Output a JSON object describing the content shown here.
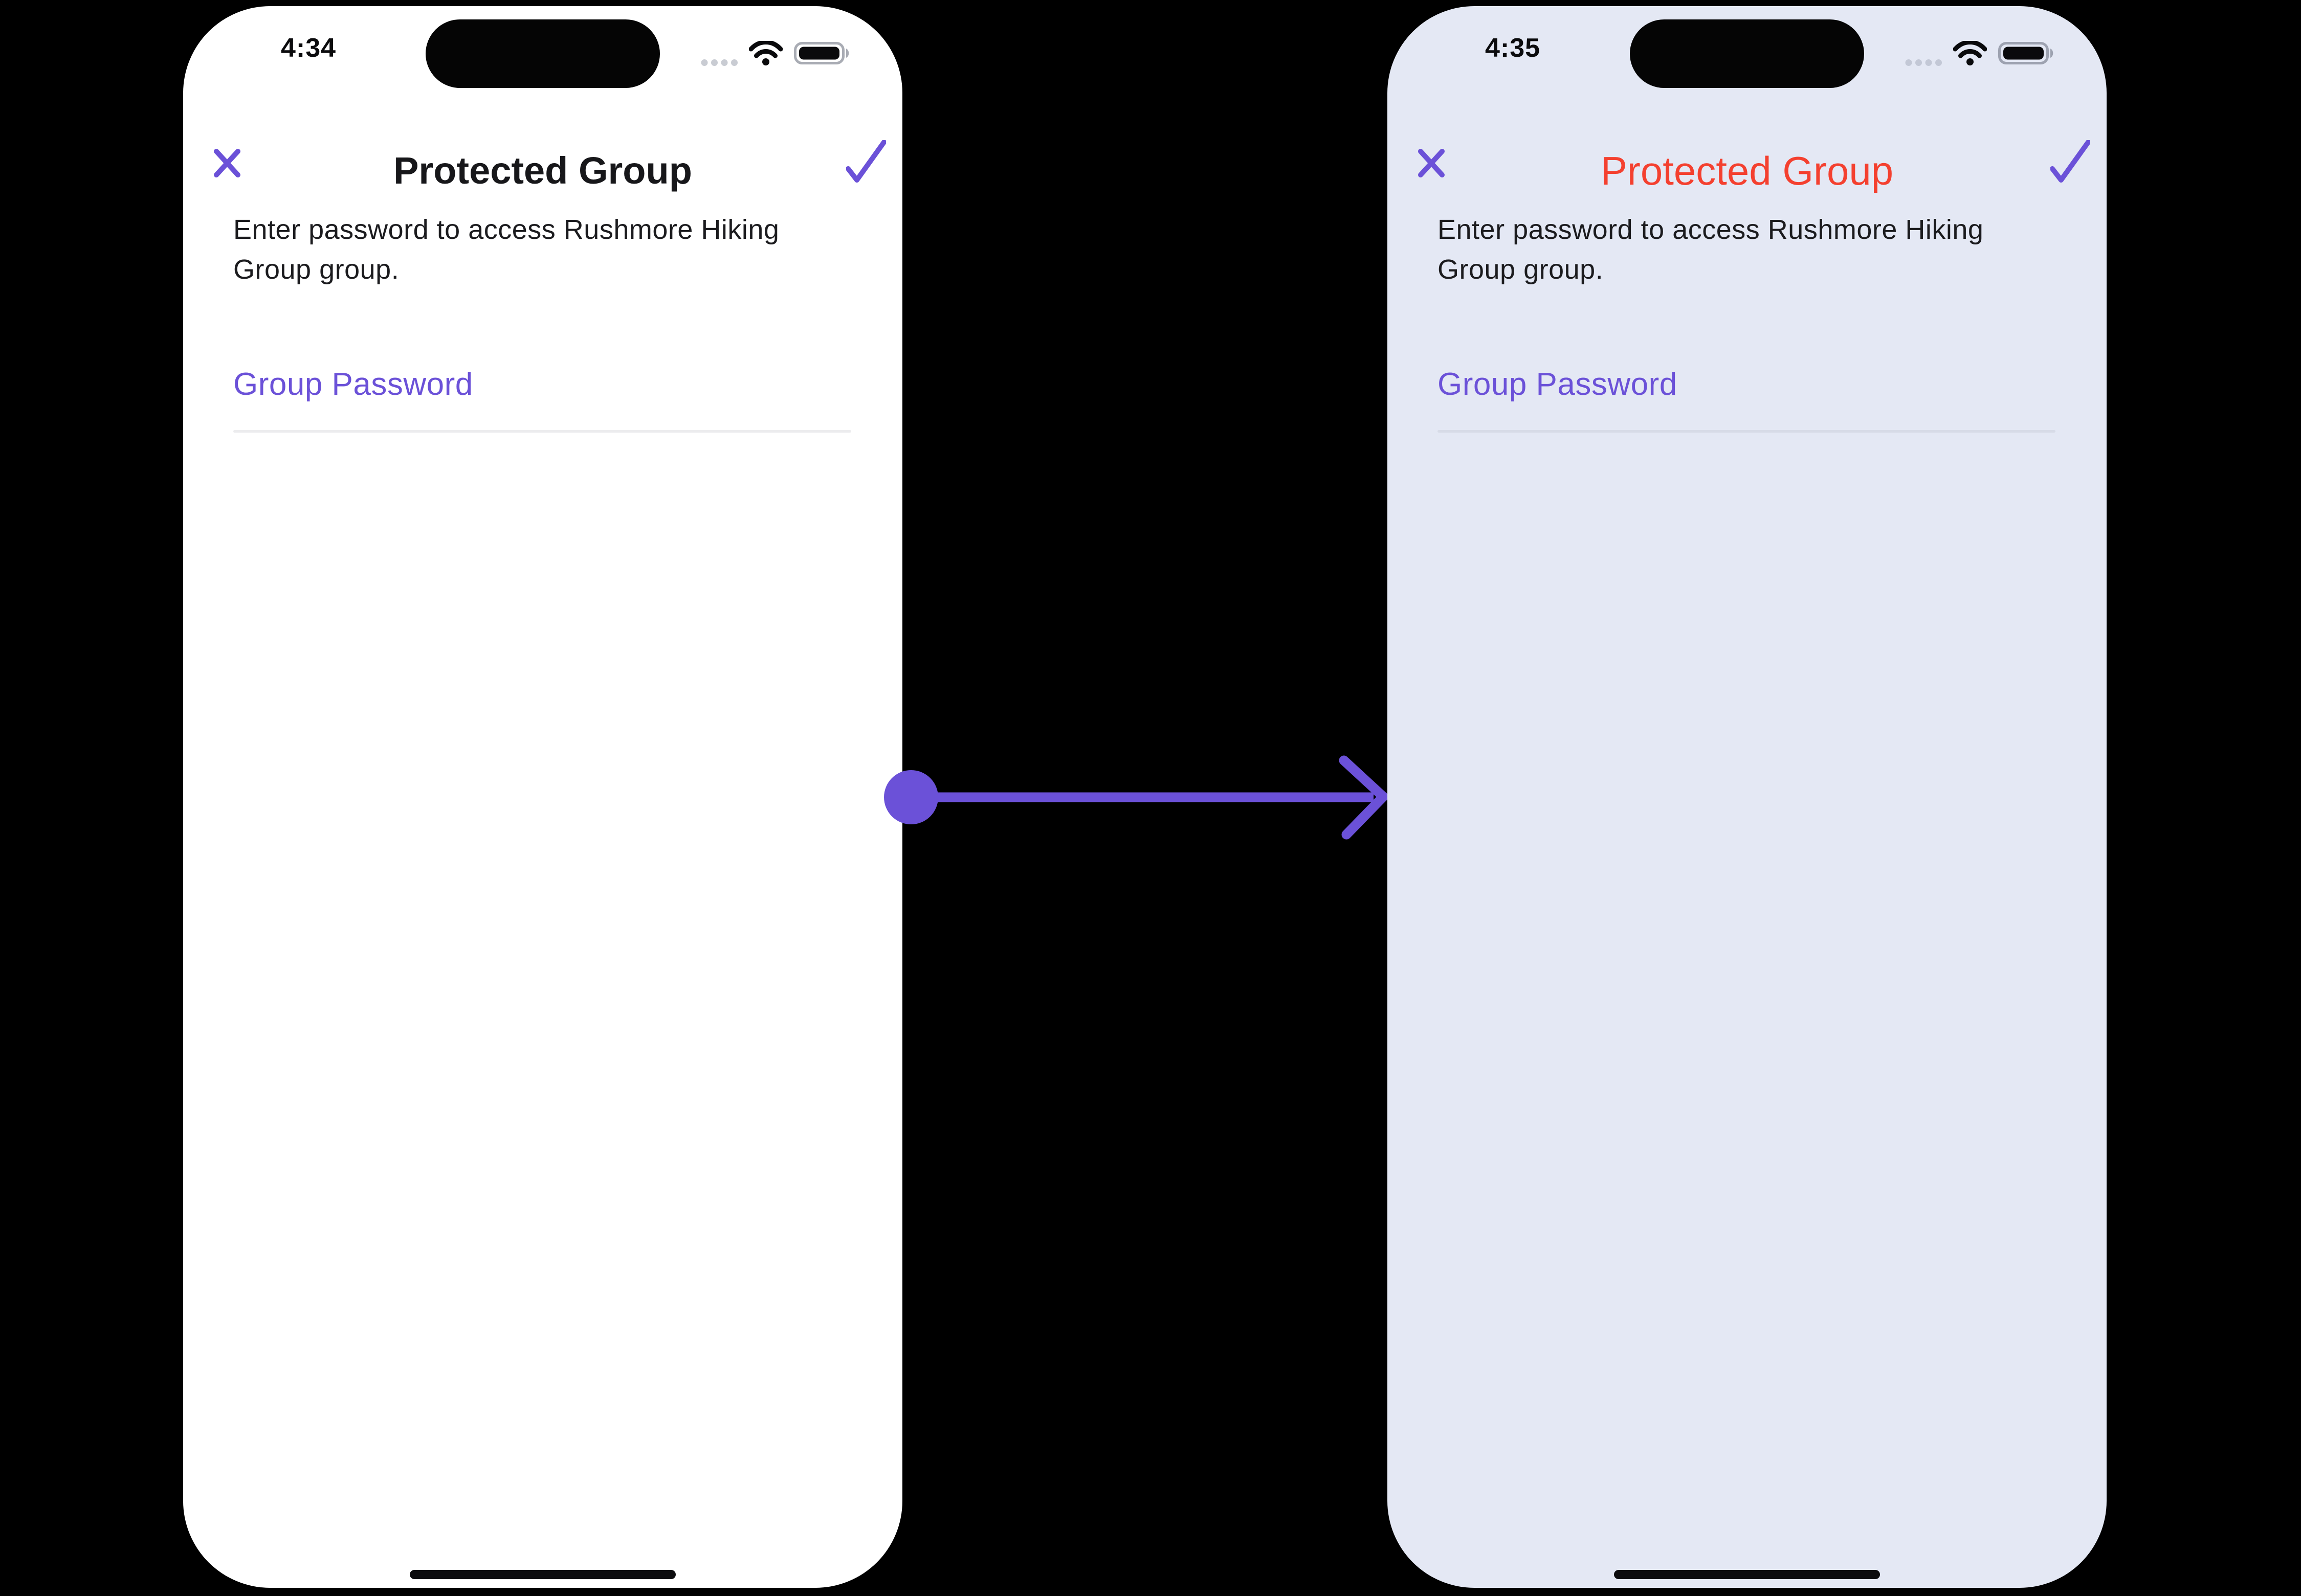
{
  "scene": {
    "background": "#000000",
    "icons": {
      "nav_left": "close-x-icon",
      "nav_right": "checkmark-icon",
      "status_bar": [
        "cellular-signal-dots-icon",
        "wifi-icon",
        "battery-icon"
      ],
      "between_phones": "arrow-right"
    }
  },
  "arrow": {
    "color": "#6B51D8",
    "direction": "left-to-right"
  },
  "left_phone": {
    "background": "#FFFFFF",
    "accent": "#6B51D8",
    "status_bar": {
      "time": "4:34"
    },
    "nav": {
      "title": "Protected Group",
      "title_color": "#17171A"
    },
    "description": "Enter password to access Rushmore Hiking Group group.",
    "password_field": {
      "label": "Group Password",
      "value": "",
      "underline_color": "#ECECEE"
    }
  },
  "right_phone": {
    "background": "#E4E8F4",
    "accent": "#6B51D8",
    "status_bar": {
      "time": "4:35"
    },
    "nav": {
      "title": "Protected Group",
      "title_color": "#F4402F"
    },
    "description": "Enter password to access Rushmore Hiking Group group.",
    "password_field": {
      "label": "Group Password",
      "value": "",
      "underline_color": "#D7DBE7"
    }
  }
}
